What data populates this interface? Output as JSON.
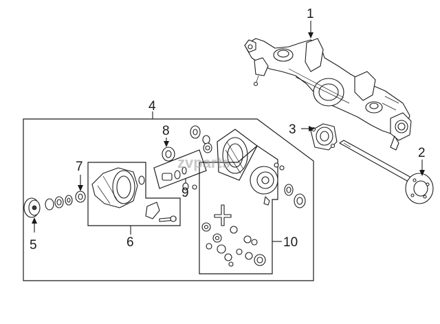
{
  "callouts": [
    {
      "id": "1",
      "label": "1"
    },
    {
      "id": "2",
      "label": "2"
    },
    {
      "id": "3",
      "label": "3"
    },
    {
      "id": "4",
      "label": "4"
    },
    {
      "id": "5",
      "label": "5"
    },
    {
      "id": "6",
      "label": "6"
    },
    {
      "id": "7",
      "label": "7"
    },
    {
      "id": "8",
      "label": "8"
    },
    {
      "id": "9",
      "label": "9"
    },
    {
      "id": "10",
      "label": "10"
    }
  ],
  "watermark": "zvparts",
  "colors": {
    "line": "#1a1a1a",
    "background": "#ffffff",
    "watermark": "#9a9a9a"
  }
}
